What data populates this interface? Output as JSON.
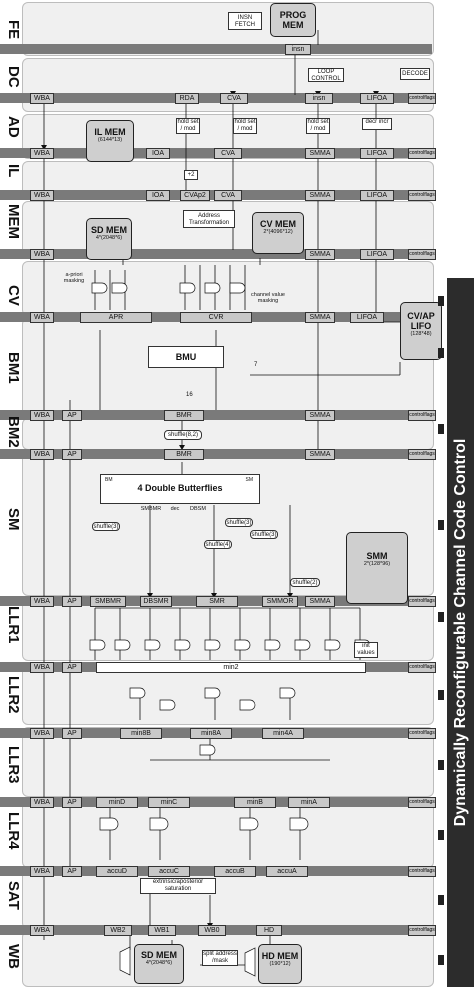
{
  "stages": [
    "FE",
    "DC",
    "AD",
    "IL",
    "MEM",
    "CV",
    "BM1",
    "BM2",
    "SM",
    "LLR1",
    "LLR2",
    "LLR3",
    "LLR4",
    "SAT",
    "WB"
  ],
  "side_label": "Dynamically Reconfigurable Channel Code Control",
  "control_flags": "controlflags",
  "fe": {
    "insn_fetch": "INSN FETCH",
    "prog_mem": "PROG MEM",
    "insn": "insn"
  },
  "dc": {
    "loop_control": "LOOP CONTROL",
    "decode": "DECODE",
    "regs": [
      "WBA",
      "RDA",
      "CVA",
      "insn",
      "LIFOA"
    ]
  },
  "ad": {
    "hold": "hold set / mod",
    "decr_incr": "decr incr",
    "il_mem": "IL MEM",
    "il_mem_size": "(6144*13)",
    "regs": [
      "WBA",
      "IOA",
      "CVA",
      "SMMA",
      "LIFOA"
    ]
  },
  "il": {
    "plus2": "+2",
    "regs": [
      "WBA",
      "IOA",
      "CVAp2",
      "CVA",
      "SMMA",
      "LIFOA"
    ]
  },
  "mem": {
    "sd_mem": "SD MEM",
    "sd_mem_size": "4*(2048*6)",
    "addr_trans": "Address Transformation",
    "cv_mem": "CV MEM",
    "cv_mem_size": "2*(4096*12)",
    "regs": [
      "WBA",
      "SMMA",
      "LIFOA"
    ]
  },
  "cv": {
    "apriori": "a-priori masking",
    "channel_mask": "channel value masking",
    "regs": [
      "WBA",
      "APR",
      "CVR",
      "SMMA",
      "LIFOA"
    ],
    "lifo": "CV/AP LIFO",
    "lifo_size": "(128*48)"
  },
  "bm1": {
    "bmu": "BMU",
    "regs": [
      "WBA",
      "AP",
      "BMR",
      "SMMA"
    ],
    "n16": "16",
    "n7": "7"
  },
  "bm2": {
    "shuffle": "shuffle(8,2)",
    "regs": [
      "WBA",
      "AP",
      "BMR",
      "SMMA"
    ]
  },
  "sm": {
    "butterflies": "4 Double Butterflies",
    "bm": "BM",
    "sm": "SM",
    "smbmr": "SMBMR",
    "dec": "dec",
    "dbsm": "DBSM",
    "shuffle3": "shuffle(3)",
    "shuffle4": "shuffle(4)",
    "shuffle2": "shuffle(2)",
    "smm": "SMM",
    "smm_size": "2*(128*96)",
    "regs": [
      "WBA",
      "AP",
      "SMBMR",
      "DBSMR",
      "SMR",
      "SMMOR",
      "SMMA"
    ]
  },
  "llr1": {
    "init": "init values",
    "min2": "min2",
    "regs": [
      "WBA",
      "AP"
    ]
  },
  "llr2": {
    "regs": [
      "WBA",
      "AP",
      "min8B",
      "min8A",
      "min4A"
    ]
  },
  "llr3": {
    "regs": [
      "WBA",
      "AP",
      "minD",
      "minC",
      "minB",
      "minA"
    ]
  },
  "llr4": {
    "regs": [
      "WBA",
      "AP",
      "accuD",
      "accuC",
      "accuB",
      "accuA"
    ]
  },
  "sat": {
    "sat_box": "extrinsic/aposterior saturation"
  },
  "wb": {
    "regs": [
      "WBA",
      "WB2",
      "WB1",
      "WB0",
      "HD"
    ],
    "sd_mem": "SD MEM",
    "sd_mem_size": "4*(2048*6)",
    "split": "split address /mask",
    "hd_mem": "HD MEM",
    "hd_mem_size": "(190*12)"
  }
}
